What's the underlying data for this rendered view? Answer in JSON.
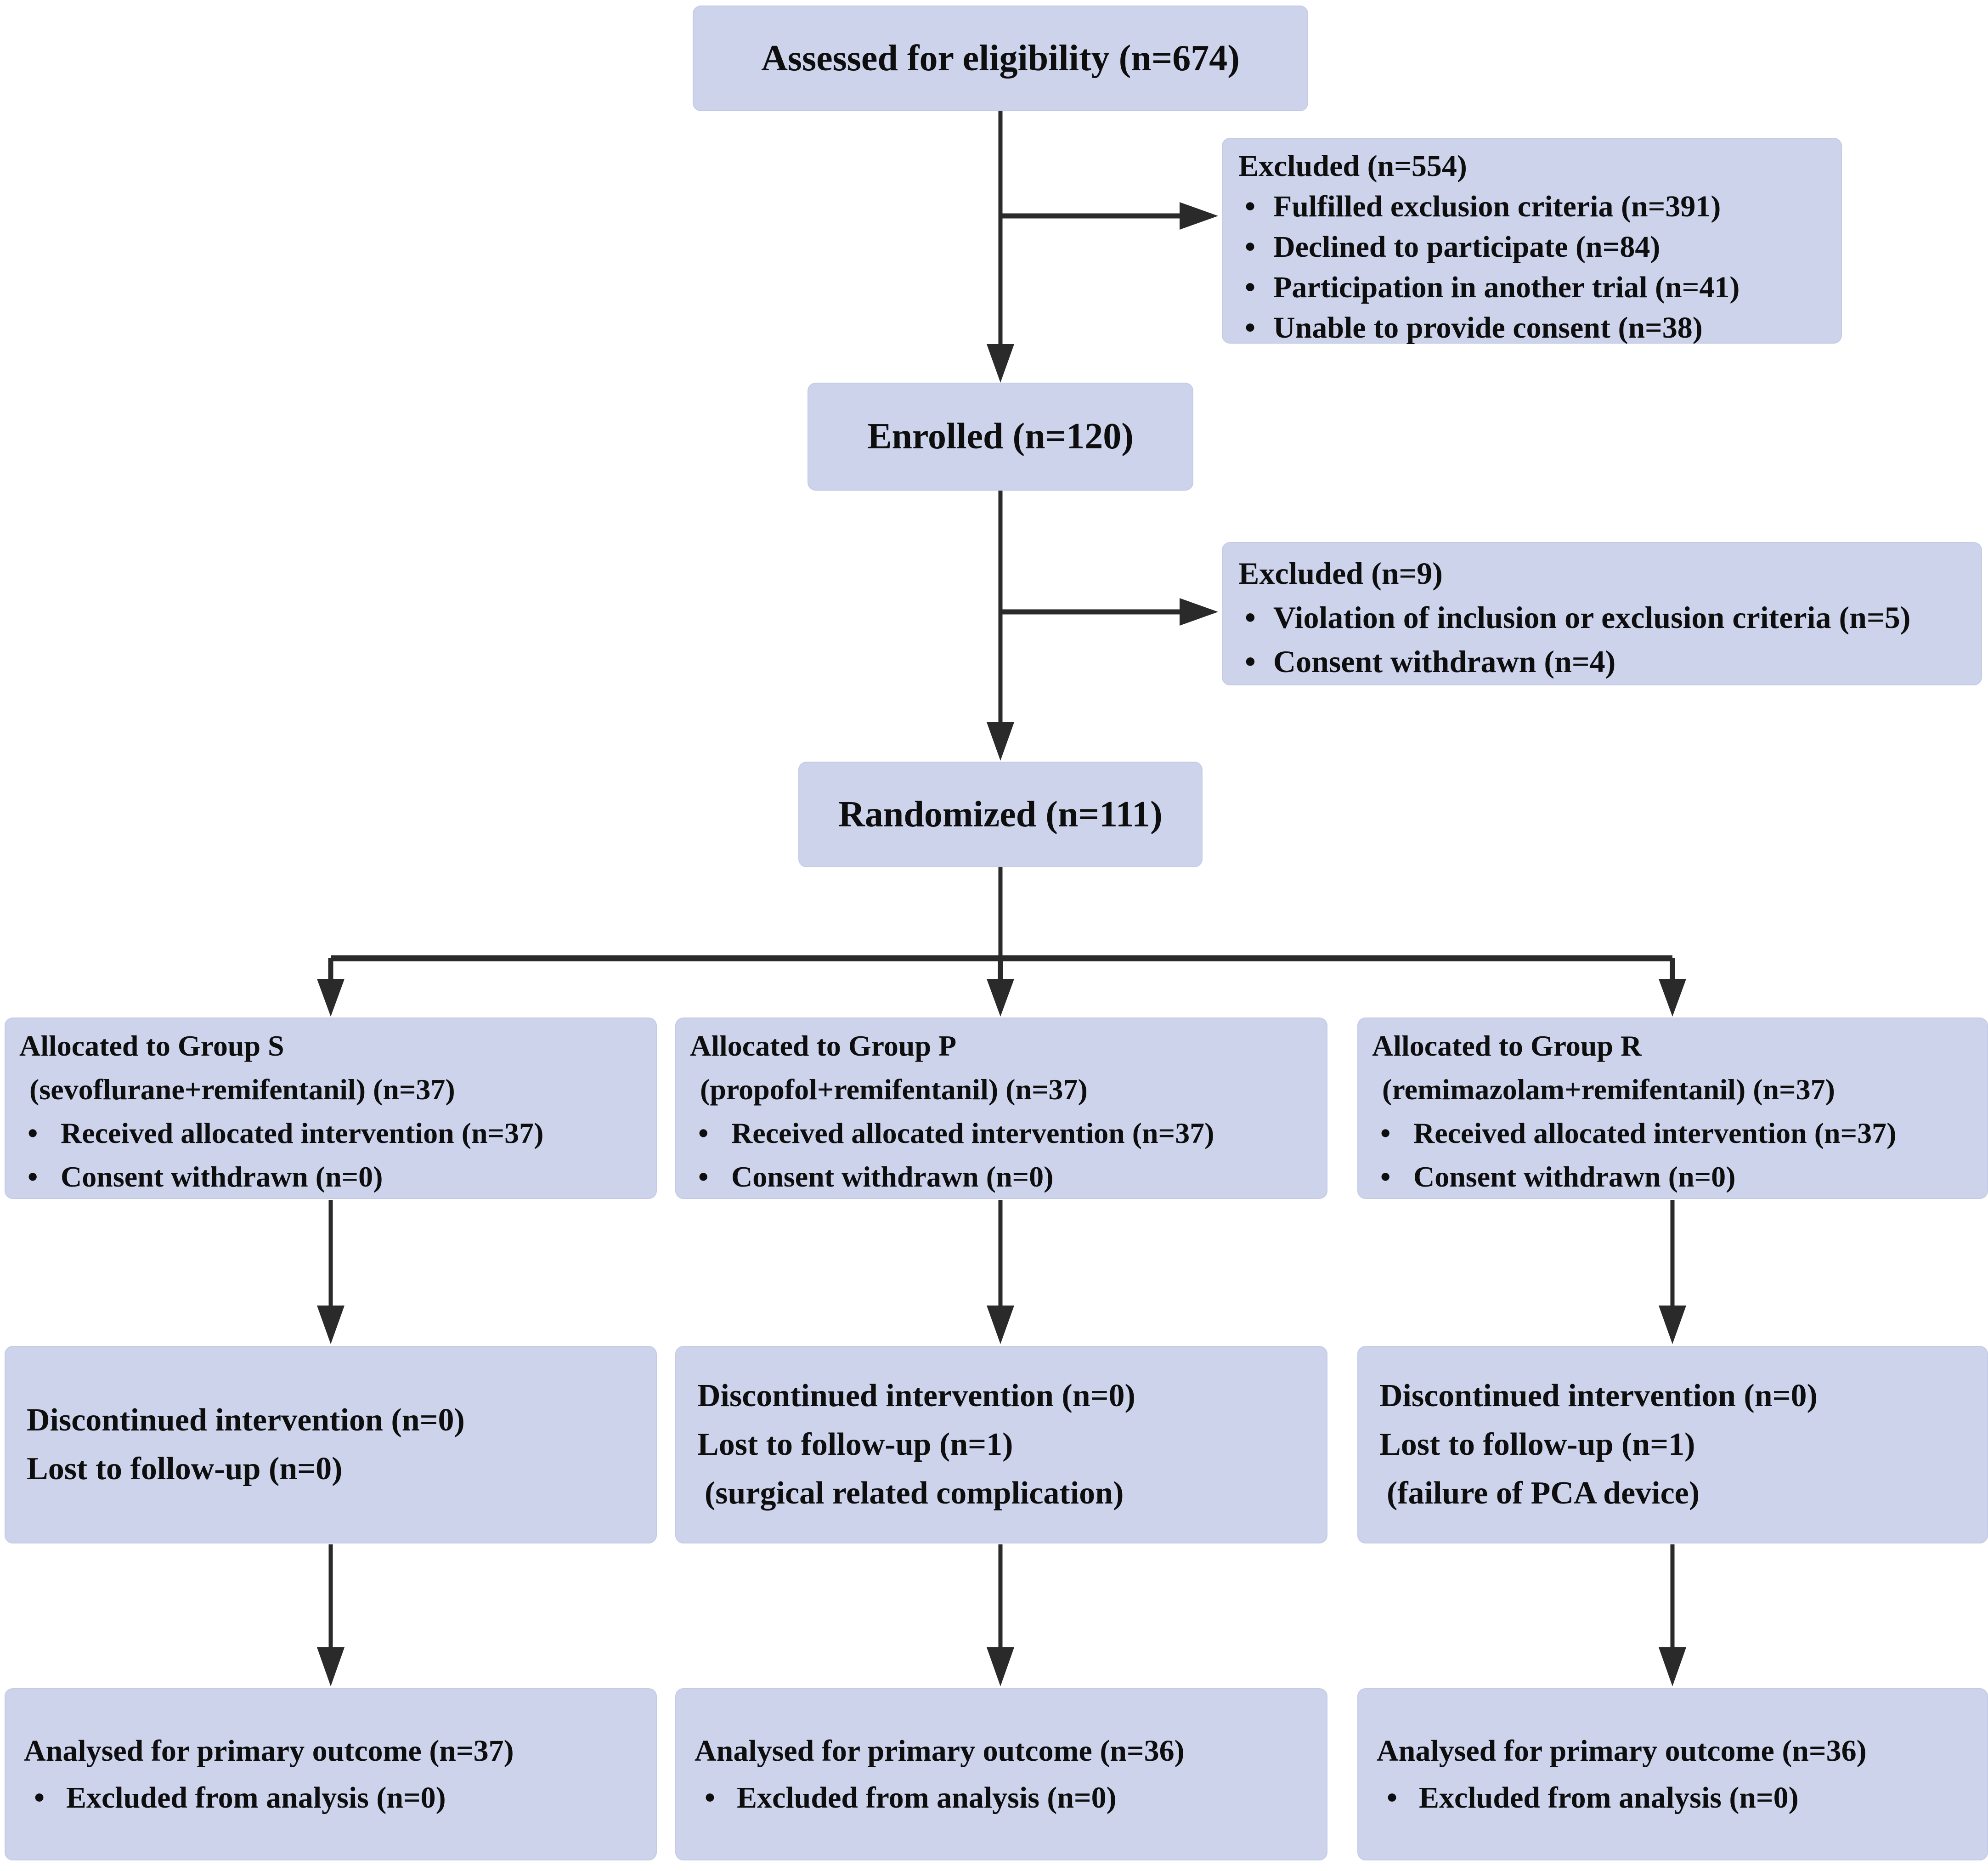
{
  "figure": "CONSORT participant flow diagram",
  "bullet": "•",
  "colors": {
    "box_fill": "#ccd3eb",
    "box_border": "#c3cbe6",
    "arrow": "#2a2a2a",
    "text": "#0e0e0e",
    "background": "#ffffff"
  },
  "boxes": {
    "assessed": {
      "title": "Assessed for eligibility (n=674)"
    },
    "excluded1": {
      "title": "Excluded (n=554)",
      "items": [
        "Fulfilled exclusion criteria (n=391)",
        "Declined to participate (n=84)",
        "Participation in another trial (n=41)",
        "Unable to provide consent (n=38)"
      ]
    },
    "enrolled": {
      "title": "Enrolled (n=120)"
    },
    "excluded2": {
      "title": "Excluded (n=9)",
      "items": [
        "Violation of inclusion or exclusion criteria (n=5)",
        "Consent withdrawn (n=4)"
      ]
    },
    "randomized": {
      "title": "Randomized (n=111)"
    },
    "alloc_s": {
      "line1": "Allocated to Group S",
      "line2": "(sevoflurane+remifentanil) (n=37)",
      "items": [
        "Received allocated intervention (n=37)",
        "Consent withdrawn (n=0)"
      ]
    },
    "alloc_p": {
      "line1": "Allocated to Group P",
      "line2": "(propofol+remifentanil) (n=37)",
      "items": [
        "Received allocated intervention (n=37)",
        "Consent withdrawn (n=0)"
      ]
    },
    "alloc_r": {
      "line1": "Allocated to Group R",
      "line2": "(remimazolam+remifentanil) (n=37)",
      "items": [
        "Received allocated intervention (n=37)",
        "Consent withdrawn (n=0)"
      ]
    },
    "disc_s": {
      "lines": [
        "Discontinued intervention (n=0)",
        "Lost to follow-up (n=0)"
      ]
    },
    "disc_p": {
      "lines": [
        "Discontinued intervention (n=0)",
        "Lost to follow-up (n=1)",
        "(surgical related complication)"
      ]
    },
    "disc_r": {
      "lines": [
        "Discontinued intervention (n=0)",
        "Lost to follow-up (n=1)",
        "(failure of PCA device)"
      ]
    },
    "analysed_s": {
      "title": "Analysed for primary outcome (n=37)",
      "items": [
        "Excluded from analysis (n=0)"
      ]
    },
    "analysed_p": {
      "title": "Analysed for primary outcome (n=36)",
      "items": [
        "Excluded from analysis (n=0)"
      ]
    },
    "analysed_r": {
      "title": "Analysed for primary outcome (n=36)",
      "items": [
        "Excluded from analysis (n=0)"
      ]
    }
  }
}
